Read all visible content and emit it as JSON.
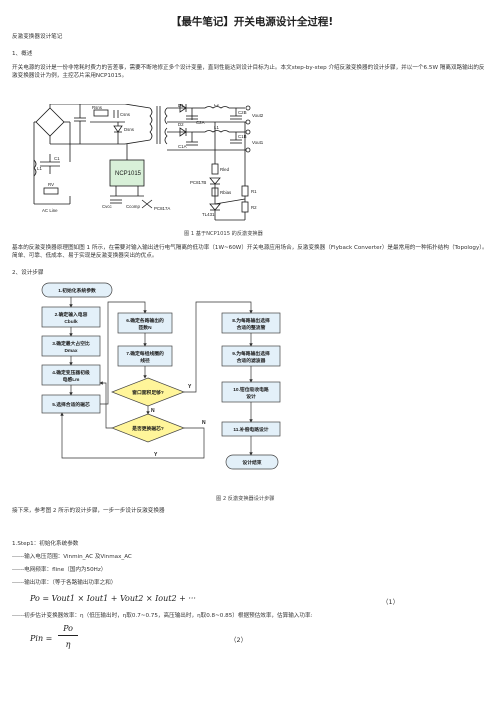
{
  "title": "【最牛笔记】开关电源设计全过程!",
  "breadcrumb": "反激变换器设计笔记",
  "section1": "1、概述",
  "intro": "开关电源的设计是一份非常耗时费力的苦差事，需要不断地修正多个设计变量，直到性能达到设计目标为止。本文step-by-step 介绍反激变换器的设计步骤，并以一个6.5W 隔离双路输出的反激变换器设计为例，主控芯片采用NCP1015。",
  "figure1": {
    "caption": "图 1 基于NCP1015 的反激变换器",
    "labels": {
      "chip": "NCP1015",
      "rsns": "Rsns",
      "csns": "Csns",
      "dsns": "Dsns",
      "c1": "C1",
      "l1": "L1",
      "rv": "RV",
      "acline": "AC Line",
      "d1": "D1",
      "d2": "D2",
      "c2a": "C2A",
      "c2b": "C2B",
      "c1a": "C1A",
      "c1b": "C1B",
      "l1out": "L1",
      "l2": "L2",
      "vout1": "Vout1",
      "vout2": "Vout2",
      "pc817b": "PC817B",
      "pc817a": "PC817A",
      "rbias": "Rbias",
      "rled": "Rled",
      "r1": "R1",
      "r2": "R2",
      "tl431": "TL431",
      "cvcc": "Cvcc",
      "ccomp": "Ccomp"
    }
  },
  "fig1_desc": "基本的反激变换器原理图如图 1 所示，在需要对输入输出进行电气隔离的低功率（1W~60W）开关电源应用场合，反激变换器（Flyback Converter）是最常用的一种拓扑结构（Topology）。简单、可靠、低成本、易于实现是反激变换器突出的优点。",
  "section2": "2、设计步骤",
  "flow": {
    "s1": "1.初始化系统参数",
    "s2a": "2.确定输入电容",
    "s2b": "Cbulk",
    "s3a": "3.确定最大占空比",
    "s3b": "Dmax",
    "s4a": "4.确定变压器初级",
    "s4b": "电感Lm",
    "s5": "5.选择合适的磁芯",
    "s6a": "6.确定各路输出的",
    "s6b": "匝数N",
    "s7a": "7.确定每组线圈的",
    "s7b": "线径",
    "q1": "窗口面积足够?",
    "q2": "是否更换磁芯?",
    "s8a": "8.为每路输出选择",
    "s8b": "合适的整流管",
    "s9a": "9.为每路输出选择",
    "s9b": "合适的滤波器",
    "s10a": "10.钳位吸收电路",
    "s10b": "设计",
    "s11": "11.补偿电路设计",
    "end": "设计结束",
    "y1": "Y",
    "n1": "N",
    "y2": "Y",
    "n2": "N"
  },
  "figure2_caption": "图 2 反激变换器设计步骤",
  "fig2_desc": "接下来，参考图 2 所示的设计步骤，一步一步设计反激变换器",
  "step1": "1.Step1：初始化系统参数",
  "item1": "------输入电压范围：Vinmin_AC 及Vinmax_AC",
  "item2": "------电网频率：fline（国内为50Hz）",
  "item3": "------输出功率：（等于各路输出功率之和）",
  "eq1": "Po = Vout1 × Iout1 + Vout2 × Iout2 + ···",
  "eq1_num": "（1）",
  "item4": "------初步估计变换器效率：η（低压输出时，η取0.7~0.75，高压输出时，η取0.8~0.85）根据预估效率，估算输入功率:",
  "eq2_lhs": "Pin =",
  "eq2_num": "Po",
  "eq2_den": "η",
  "eq2_label": "（2）"
}
